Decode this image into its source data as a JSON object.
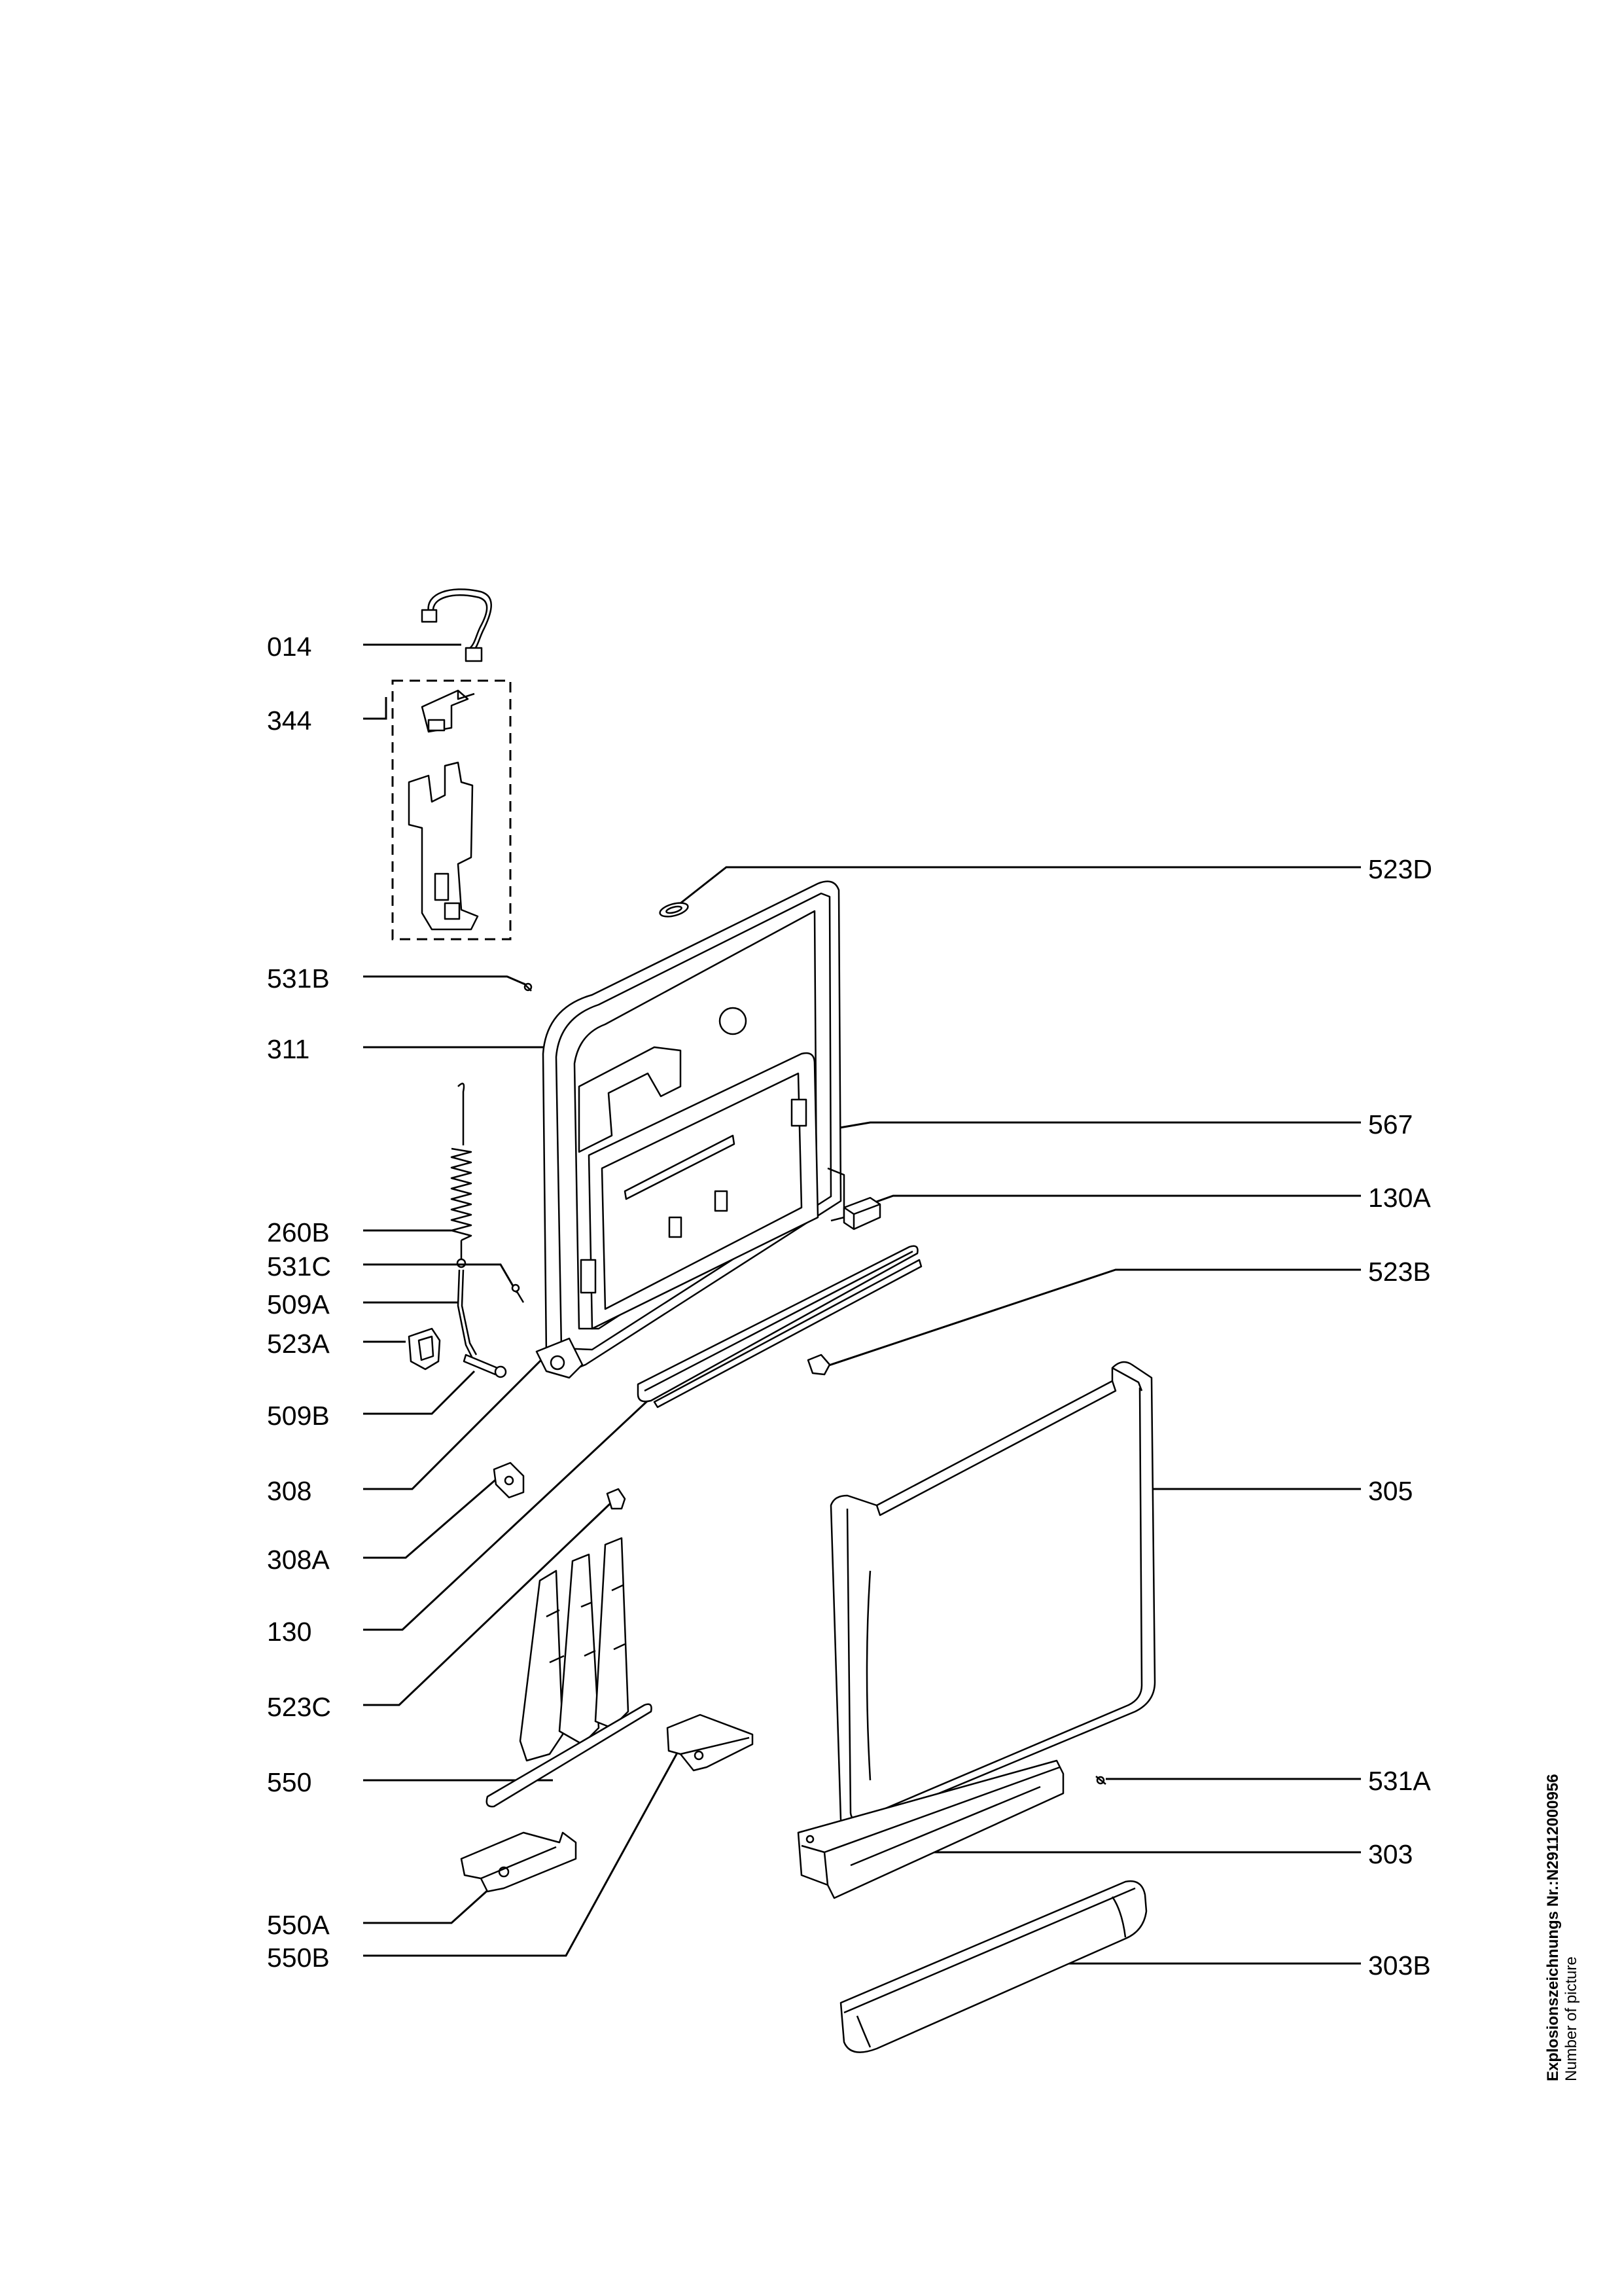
{
  "diagram": {
    "labels_left": [
      "014",
      "344",
      "531B",
      "311",
      "260B",
      "531C",
      "509A",
      "523A",
      "509B",
      "308",
      "308A",
      "130",
      "523C",
      "550",
      "550A",
      "550B"
    ],
    "labels_right": [
      "523D",
      "567",
      "130A",
      "523B",
      "305",
      "531A",
      "303",
      "303B"
    ]
  },
  "footer": {
    "line1": "Explosionszeichnungs Nr.:N29112000956",
    "line2": "Number of picture"
  }
}
